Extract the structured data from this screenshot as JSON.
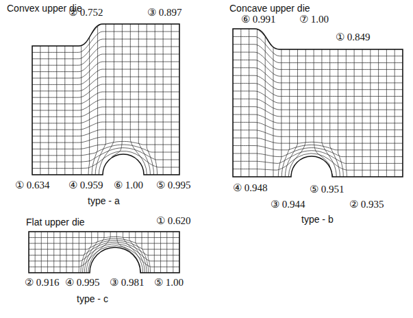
{
  "diagram": {
    "labels": [
      "Convex upper die",
      "② 0.752",
      "③ 0.897",
      "Concave upper die",
      "⑥ 0.991",
      "⑦ 1.00",
      "① 0.849",
      "① 0.634",
      "④ 0.959",
      "⑥ 1.00",
      "⑤ 0.995",
      "type - a",
      "④ 0.948",
      "⑤ 0.951",
      "③ 0.944",
      "② 0.935",
      "type - b",
      "① 0.620",
      "Flat upper die",
      "② 0.916",
      "④ 0.995",
      "③ 0.981",
      "⑤ 1.00",
      "type - c"
    ]
  }
}
